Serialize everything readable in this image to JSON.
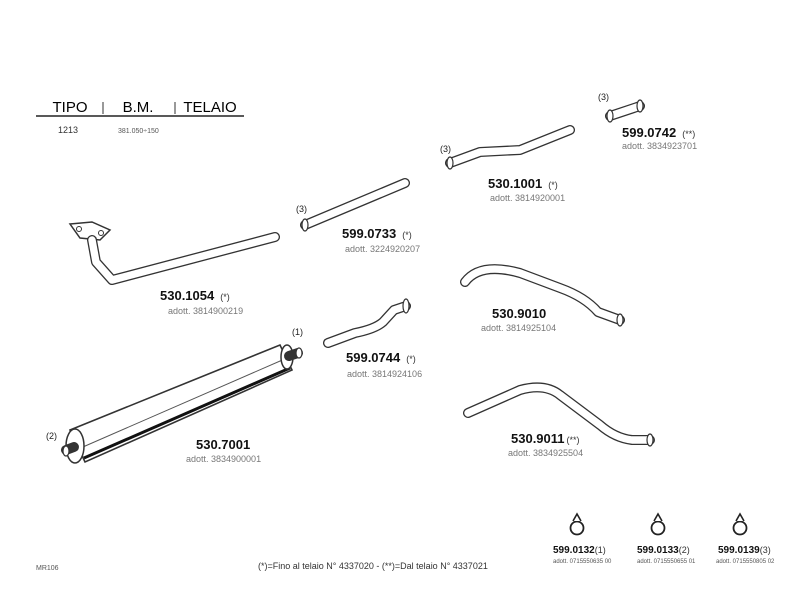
{
  "header": {
    "col_tipo": "TIPO",
    "col_bm": "B.M.",
    "col_telaio": "TELAIO",
    "row_tipo": "1213",
    "row_bm": "381.050÷150"
  },
  "parts": [
    {
      "id": "530.1054",
      "suffix": "(*)",
      "ref": "adott. 3814900219"
    },
    {
      "id": "599.0733",
      "suffix": "(*)",
      "ref": "adott. 3224920207",
      "callout": "(3)"
    },
    {
      "id": "530.1001",
      "suffix": "(*)",
      "ref": "adott. 3814920001",
      "callout": "(3)"
    },
    {
      "id": "599.0742",
      "suffix": "(**)",
      "ref": "adott. 3834923701",
      "callout": "(3)"
    },
    {
      "id": "530.9010",
      "suffix": "",
      "ref": "adott. 3814925104"
    },
    {
      "id": "599.0744",
      "suffix": "(*)",
      "ref": "adott. 3814924106"
    },
    {
      "id": "530.7001",
      "suffix": "",
      "ref": "adott. 3834900001",
      "callout_outlet": "(1)",
      "callout_inlet": "(2)"
    },
    {
      "id": "530.9011",
      "suffix": "(**)",
      "ref": "adott. 3834925504"
    }
  ],
  "clamps": [
    {
      "id": "599.0132",
      "suffix": "(1)",
      "ref": "adott. 0715550635 00"
    },
    {
      "id": "599.0133",
      "suffix": "(2)",
      "ref": "adott. 0715550655 01"
    },
    {
      "id": "599.0139",
      "suffix": "(3)",
      "ref": "adott. 0715550805 02"
    }
  ],
  "footer": {
    "note": "(*)=Fino al telaio N° 4337020  -  (**)=Dal telaio N° 4337021",
    "code": "MR106"
  }
}
